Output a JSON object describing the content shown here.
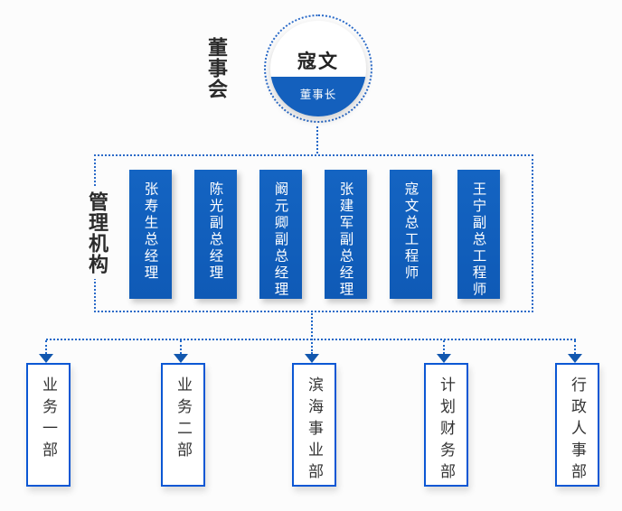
{
  "org_chart": {
    "board": {
      "label": "董事会",
      "chairman": {
        "name": "寇文",
        "title": "董事长"
      }
    },
    "management": {
      "label": "管理机构",
      "members": [
        {
          "label": "张寿生总经理"
        },
        {
          "label": "陈光副总经理"
        },
        {
          "label": "阚元卿副总经理"
        },
        {
          "label": "张建军副总经理"
        },
        {
          "label": "寇文总工程师"
        },
        {
          "label": "王宁副总工程师"
        }
      ]
    },
    "departments": [
      {
        "label": "业务一部"
      },
      {
        "label": "业务二部"
      },
      {
        "label": "滨海事业部"
      },
      {
        "label": "计划财务部"
      },
      {
        "label": "行政人事部"
      }
    ],
    "colors": {
      "primary_blue": "#1460bd",
      "line_blue": "#1f66c6",
      "dept_border_blue": "#0b57d4",
      "text_dark": "#2b2b2b",
      "background": "#fcfcfc"
    }
  }
}
